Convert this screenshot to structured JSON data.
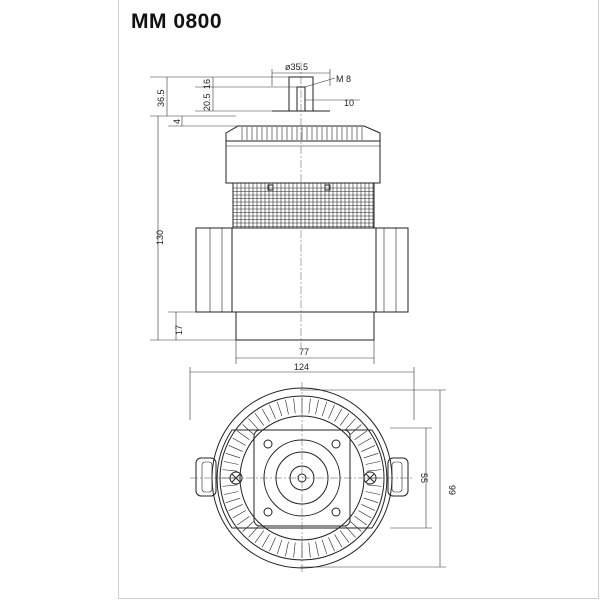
{
  "title": "MM 0800",
  "side_view": {
    "dims": {
      "shaft_diameter": "ø35.5",
      "thread": "M 8",
      "shaft_length": "10",
      "d16": "16",
      "d20_5": "20.5",
      "d36_5": "36.5",
      "d4": "4",
      "height": "130",
      "base": "17",
      "bottom_width": "77"
    }
  },
  "top_view": {
    "dims": {
      "width": "124",
      "inner": "55",
      "outer": "99"
    }
  }
}
